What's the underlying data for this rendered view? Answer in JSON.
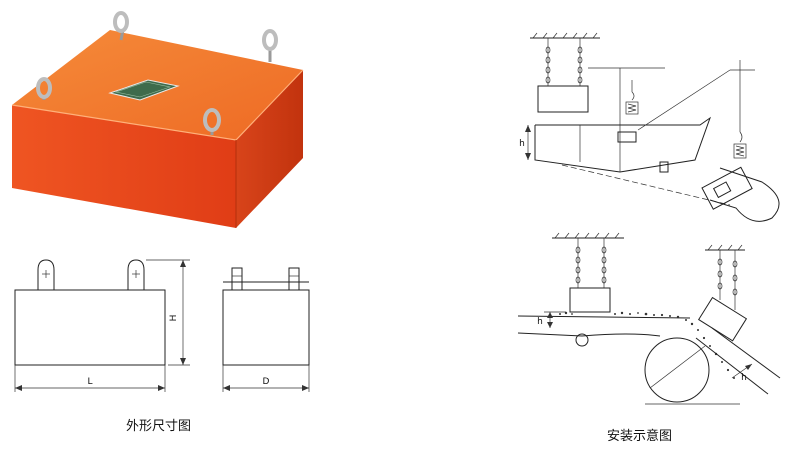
{
  "product_photo": {
    "nameplate": "",
    "colors": {
      "body_front": "#e8461f",
      "body_top": "#f27a2c",
      "body_side": "#d23a12",
      "lifting_eye": "#c8c8c8"
    }
  },
  "outline_drawing": {
    "caption": "外形尺寸图",
    "dimensions": {
      "height": "H",
      "length": "L",
      "depth": "D"
    }
  },
  "installation_drawing": {
    "caption": "安装示意图",
    "labels": {
      "gap_upper": "h",
      "gap_lower": "h",
      "gap_inclined": "h"
    }
  }
}
